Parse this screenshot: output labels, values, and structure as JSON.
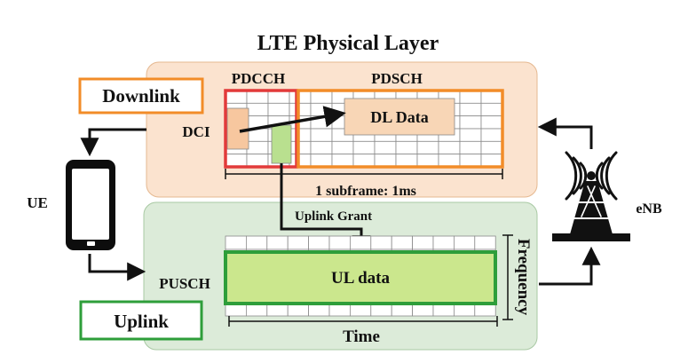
{
  "title": "LTE Physical Layer",
  "downlink": {
    "label": "Downlink",
    "pdcch_label": "PDCCH",
    "pdsch_label": "PDSCH",
    "dci_label": "DCI",
    "data_label": "DL Data",
    "subframe_label": "1 subframe: 1ms"
  },
  "uplink": {
    "label": "Uplink",
    "grant_label": "Uplink Grant",
    "pusch_label": "PUSCH",
    "data_label": "UL data",
    "time_label": "Time",
    "frequency_label": "Frequency"
  },
  "nodes": {
    "ue_label": "UE",
    "enb_label": "eNB"
  },
  "colors": {
    "downlink_fill": "#fbe3cf",
    "uplink_fill": "#dcebd9",
    "downlink_border": "#f28c28",
    "uplink_border": "#2e9e3a",
    "pdcch_border": "#e23a3a",
    "dci_fill": "#f7c79f",
    "dl_data_fill": "#f8d6b6",
    "grant_fill": "#b9e08f",
    "ul_data_fill": "#cbe78d"
  },
  "icons": [
    "smartphone-icon",
    "cell-tower-icon"
  ]
}
